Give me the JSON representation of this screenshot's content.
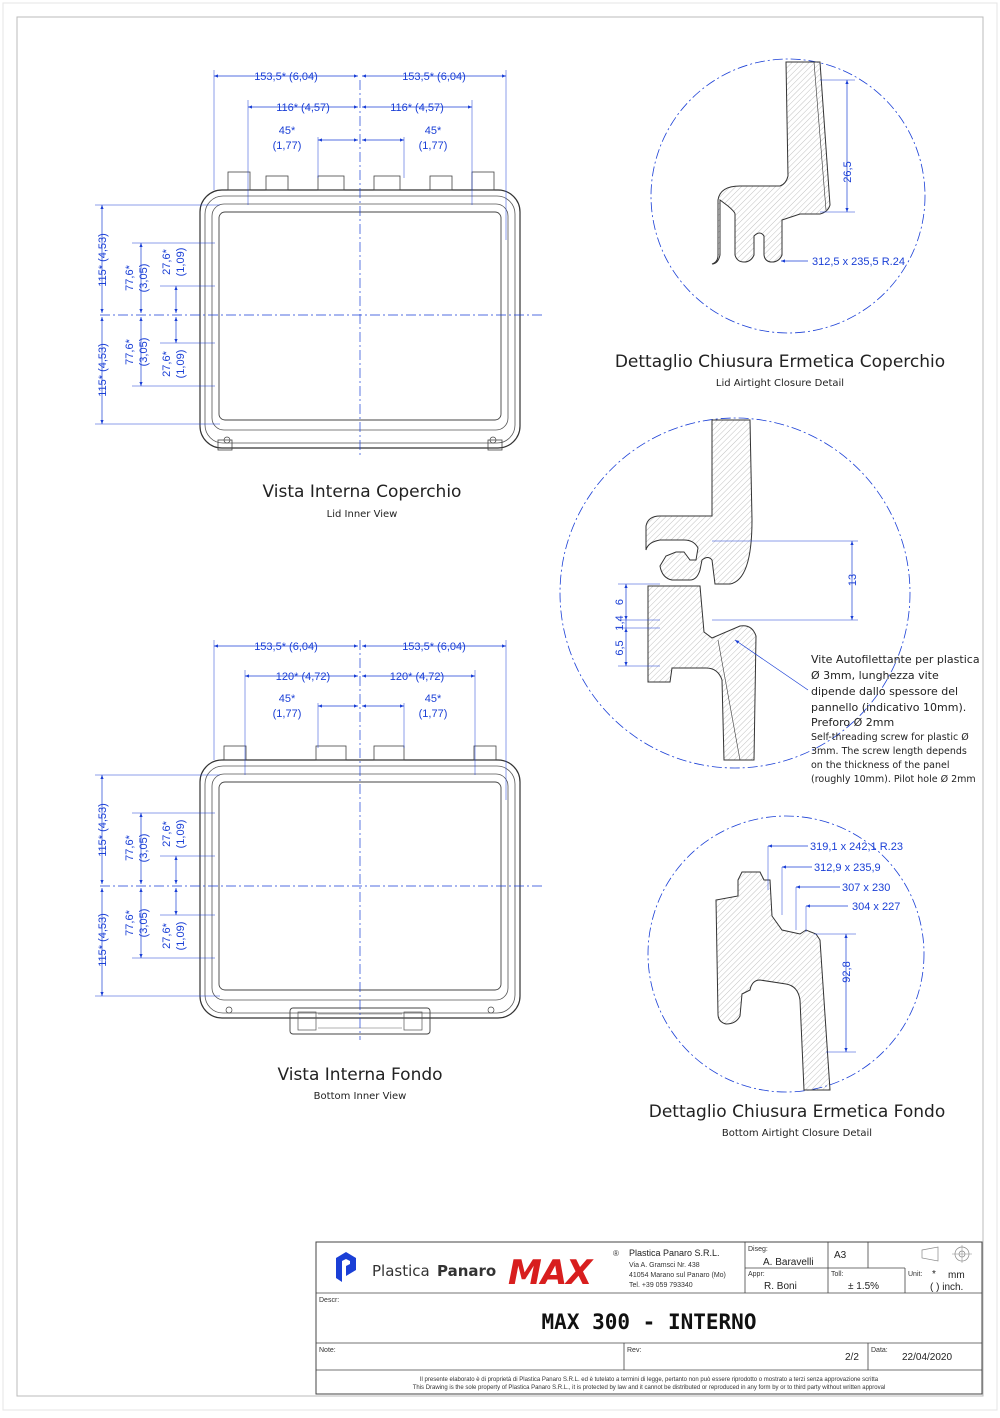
{
  "lid_view": {
    "dims_top": {
      "outer_left": "153,5* (6,04)",
      "outer_right": "153,5* (6,04)",
      "mid_left": "116* (4,57)",
      "mid_right": "116* (4,57)",
      "inner_left_1": "45*",
      "inner_left_2": "(1,77)",
      "inner_right_1": "45*",
      "inner_right_2": "(1,77)"
    },
    "dims_side": {
      "outer_top": "115* (4,53)",
      "outer_bottom": "115* (4,53)",
      "mid_top_1": "77,6*",
      "mid_top_2": "(3,05)",
      "mid_bottom_1": "77,6*",
      "mid_bottom_2": "(3,05)",
      "inner_top_1": "27,6*",
      "inner_top_2": "(1,09)",
      "inner_bottom_1": "27,6*",
      "inner_bottom_2": "(1,09)"
    },
    "title": "Vista Interna Coperchio",
    "subtitle": "Lid Inner View"
  },
  "bottom_view": {
    "dims_top": {
      "outer_left": "153,5* (6,04)",
      "outer_right": "153,5* (6,04)",
      "mid_left": "120* (4,72)",
      "mid_right": "120* (4,72)",
      "inner_left_1": "45*",
      "inner_left_2": "(1,77)",
      "inner_right_1": "45*",
      "inner_right_2": "(1,77)"
    },
    "dims_side": {
      "outer_top": "115* (4,53)",
      "outer_bottom": "115* (4,53)",
      "mid_top_1": "77,6*",
      "mid_top_2": "(3,05)",
      "mid_bottom_1": "77,6*",
      "mid_bottom_2": "(3,05)",
      "inner_top_1": "27,6*",
      "inner_top_2": "(1,09)",
      "inner_bottom_1": "27,6*",
      "inner_bottom_2": "(1,09)"
    },
    "title": "Vista Interna Fondo",
    "subtitle": "Bottom Inner View"
  },
  "lid_detail": {
    "dim_height": "26,5",
    "dim_size": "312,5 x 235,5 R.24",
    "title": "Dettaglio Chiusura Ermetica Coperchio",
    "subtitle": "Lid Airtight Closure Detail"
  },
  "screw_detail": {
    "dim_13": "13",
    "dim_6": "6",
    "dim_1_4": "1,4",
    "dim_6_5": "6,5",
    "note_it": [
      "Vite Autofilettante per plastica",
      "Ø 3mm, lunghezza vite",
      "dipende dallo spessore del",
      "pannello (indicativo 10mm).",
      "Preforo Ø 2mm"
    ],
    "note_en": [
      "Self-threading screw for plastic Ø",
      "3mm. The screw length depends",
      "on the thickness of the panel",
      "(roughly 10mm). Pilot hole Ø 2mm"
    ]
  },
  "bottom_detail": {
    "dim_a": "319,1 x 242,1 R.23",
    "dim_b": "312,9 x 235,9",
    "dim_c": "307 x 230",
    "dim_d": "304 x 227",
    "dim_height": "92,8",
    "title": "Dettaglio Chiusura Ermetica Fondo",
    "subtitle": "Bottom Airtight Closure Detail"
  },
  "title_block": {
    "logo_text_1": "Plastica",
    "logo_text_2": "Panaro",
    "brand": "MAX",
    "registered": "®",
    "company": "Plastica Panaro S.R.L.",
    "addr_1": "Via A. Gramsci  Nr. 438",
    "addr_2": "41054 Marano sul Panaro (Mo)",
    "addr_3": "Tel. +39 059 793340",
    "diseg_label": "Diseg:",
    "diseg_value": "A. Baravelli",
    "format": "A3",
    "appr_label": "Appr:",
    "appr_value": "R. Boni",
    "toll_label": "Toll:",
    "toll_value": "± 1.5%",
    "unit_label": "Unit:",
    "unit_star": "*",
    "unit_mm": "mm",
    "unit_inch": "(  ) inch.",
    "descr_label": "Descr:",
    "title": "MAX 300 - INTERNO",
    "note_label": "Note:",
    "rev_label": "Rev:",
    "sheet": "2/2",
    "data_label": "Data:",
    "date": "22/04/2020",
    "legal_1": "Il presente elaborato è di proprietà di Plastica Panaro S.R.L. ed è tutelato a termini di legge, pertanto non può essere riprodotto o mostrato a terzi senza approvazione scritta",
    "legal_2": "This Drawing is the sole property of Plastica Panaro S.R.L., it is protected by law and it cannot be distributed or reproduced in any form by or to third party without written approval"
  }
}
